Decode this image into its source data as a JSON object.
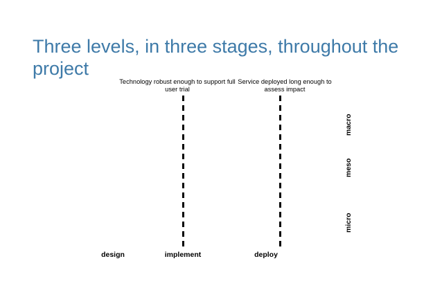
{
  "slide": {
    "title": "Three levels, in three stages, throughout the project",
    "title_color": "#3e7aa8",
    "background_color": "#ffffff"
  },
  "diagram": {
    "notes": [
      {
        "id": "technology-robust",
        "text": "Technology robust enough to support full user trial"
      },
      {
        "id": "service-deployed",
        "text": "Service deployed long enough to assess impact"
      }
    ],
    "dividers": [
      {
        "id": "divider-1",
        "style": "dashed",
        "color": "#000000"
      },
      {
        "id": "divider-2",
        "style": "dashed",
        "color": "#000000"
      }
    ],
    "stages": [
      {
        "id": "design",
        "label": "design"
      },
      {
        "id": "implement",
        "label": "implement"
      },
      {
        "id": "deploy",
        "label": "deploy"
      }
    ],
    "levels": [
      {
        "id": "macro",
        "label": "macro"
      },
      {
        "id": "meso",
        "label": "meso"
      },
      {
        "id": "micro",
        "label": "micro"
      }
    ]
  }
}
